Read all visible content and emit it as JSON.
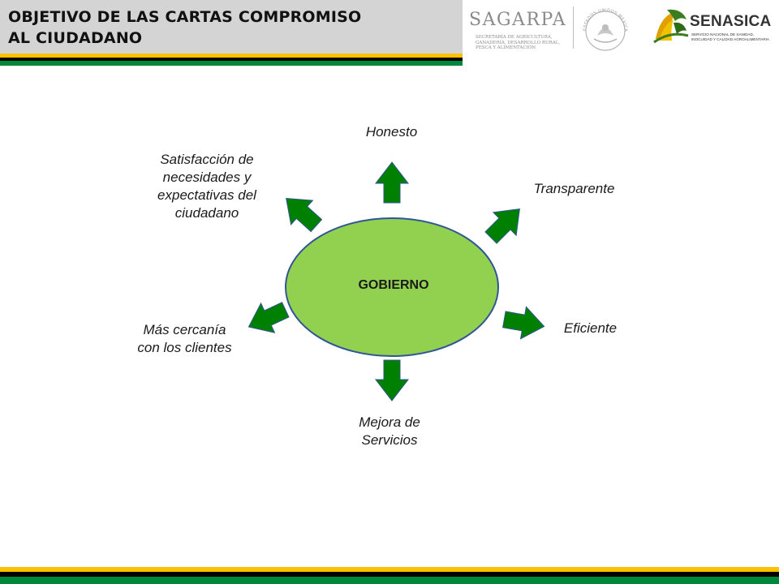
{
  "header": {
    "title": "OBJETIVO DE LAS CARTAS COMPROMISO\nAL CIUDADANO",
    "logos": {
      "sagarpa": "SAGARPA",
      "sagarpa_subtitle": "SECRETARÍA DE AGRICULTURA,\nGANADERÍA, DESARROLLO RURAL,\nPESCA Y ALIMENTACIÓN",
      "seal_text": "ESTADOS UNIDOS MEXICANOS",
      "senasica": "SENASICA",
      "senasica_subtitle": "SERVICIO NACIONAL DE SANIDAD,\nINOCUIDAD Y CALIDAD AGROALIMENTARIA"
    }
  },
  "diagram": {
    "center": "GOBIERNO",
    "outcomes": {
      "top": "Honesto",
      "top_right": "Transparente",
      "right": "Eficiente",
      "bottom": "Mejora de\nServicios",
      "left": "Más cercanía\ncon los clientes",
      "top_left": "Satisfacción de\nnecesidades y\nexpectativas del\nciudadano"
    }
  },
  "colors": {
    "ellipse_fill": "#92d050",
    "ellipse_stroke": "#2f5597",
    "arrow_fill": "#008000",
    "arrow_stroke": "#2f5597",
    "stripe_yellow": "#ffc000",
    "stripe_black": "#000000",
    "stripe_green": "#00883a",
    "header_grey": "#d4d4d4"
  }
}
